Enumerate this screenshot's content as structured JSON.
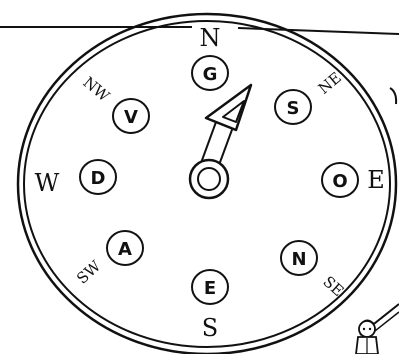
{
  "compass": {
    "directions": {
      "north": "N",
      "south": "S",
      "east": "E",
      "west": "W",
      "northeast": "NE",
      "northwest": "NW",
      "southeast": "SE",
      "southwest": "SW"
    },
    "letters": {
      "north": "G",
      "northeast": "S",
      "east": "O",
      "southeast": "N",
      "south": "E",
      "southwest": "A",
      "west": "D",
      "northwest": "V"
    },
    "needle_icon": "arrow-needle-icon",
    "corner_icon": "cartoon-character-icon"
  }
}
